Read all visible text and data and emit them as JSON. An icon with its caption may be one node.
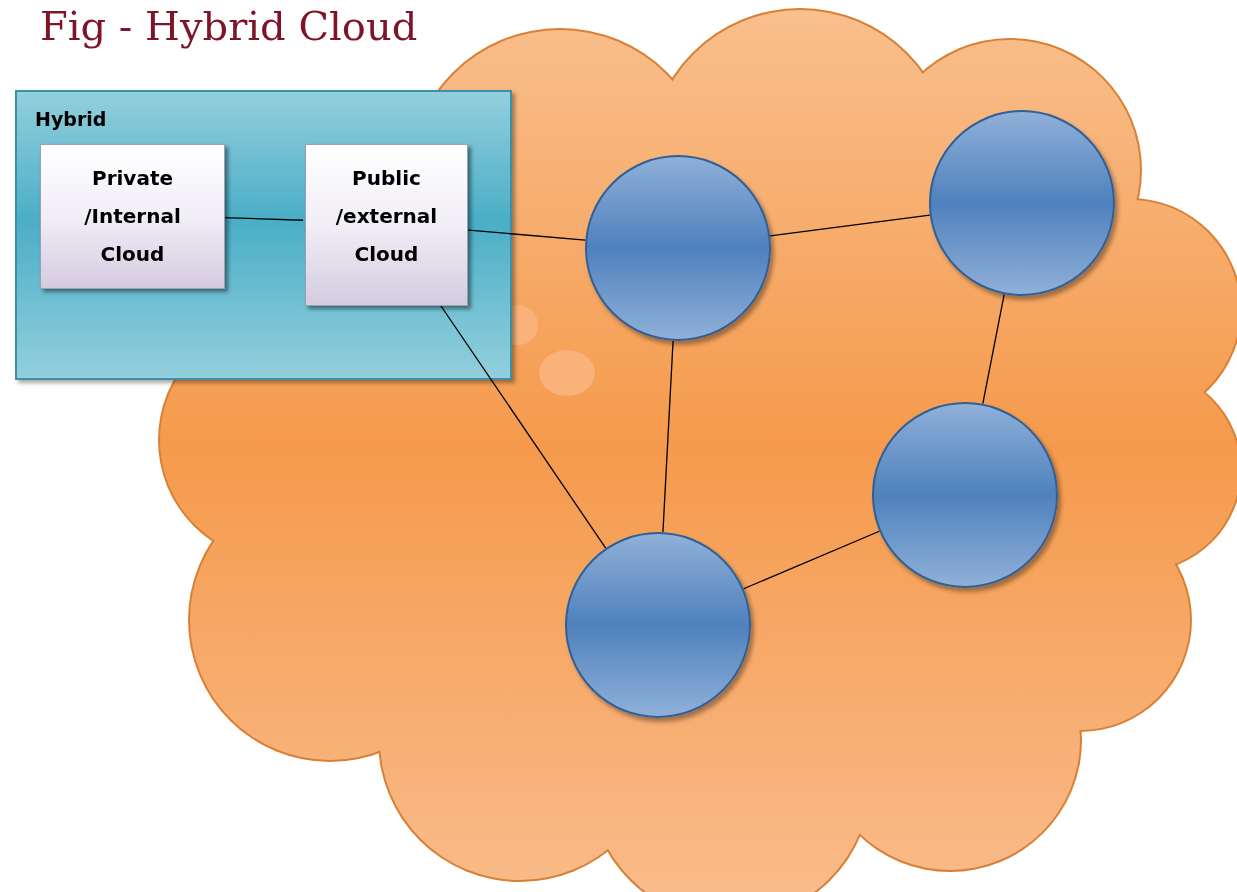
{
  "diagram": {
    "title": "Fig - Hybrid Cloud",
    "nodes": [
      {
        "text": [
          "Hybrid"
        ]
      },
      {
        "text": [
          "Private /Internal Cloud"
        ],
        "in": 0
      },
      {
        "text": [
          "Public /external Cloud"
        ],
        "in": 0
      },
      {
        "text": [],
        "shape": "circle"
      },
      {
        "text": [],
        "shape": "circle"
      },
      {
        "text": [],
        "shape": "circle"
      },
      {
        "text": [],
        "shape": "circle"
      }
    ],
    "edges": [
      {
        "from": 1,
        "to": 2,
        "arrow": "none"
      },
      {
        "from": 2,
        "to": 3,
        "arrow": "none"
      },
      {
        "from": 2,
        "to": 6,
        "arrow": "none"
      },
      {
        "from": 3,
        "to": 4,
        "arrow": "none"
      },
      {
        "from": 3,
        "to": 6,
        "arrow": "none"
      },
      {
        "from": 4,
        "to": 5,
        "arrow": "none"
      },
      {
        "from": 5,
        "to": 6,
        "arrow": "none"
      }
    ]
  }
}
